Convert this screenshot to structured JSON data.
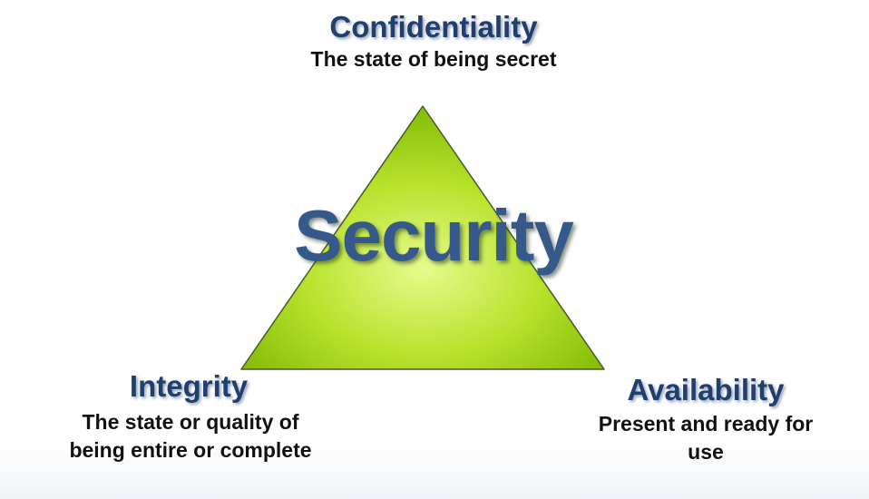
{
  "diagram": {
    "center_label": "Security",
    "vertices": [
      {
        "id": "top",
        "title": "Confidentiality",
        "description": "The state of being secret"
      },
      {
        "id": "bottom-left",
        "title": "Integrity",
        "description": "The state or quality of being entire or complete"
      },
      {
        "id": "bottom-right",
        "title": "Availability",
        "description": "Present and ready for use"
      }
    ]
  },
  "colors": {
    "triangle_light": "#e6fb8c",
    "triangle_mid": "#b8e22c",
    "triangle_dark": "#86bf08",
    "triangle_stroke": "#4a5a2a",
    "title_text": "#1f3f6e",
    "center_text": "#35598a",
    "description_text": "#111111"
  }
}
